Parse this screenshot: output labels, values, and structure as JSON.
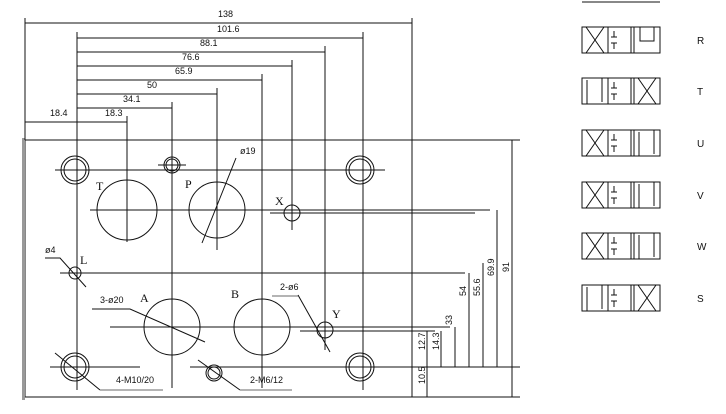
{
  "dimensions_horizontal": [
    "138",
    "101.6",
    "88.1",
    "76.6",
    "65.9",
    "50",
    "34.1",
    "18.3",
    "18.4"
  ],
  "dimensions_vertical": [
    "10.5",
    "12.7",
    "14.3",
    "33",
    "54",
    "55.6",
    "69.9",
    "91"
  ],
  "port_labels": {
    "T": "T",
    "P": "P",
    "X": "X",
    "L": "L",
    "A": "A",
    "B": "B",
    "Y": "Y"
  },
  "callouts": {
    "p_dia": "ø19",
    "l_dia": "ø4",
    "main_ports": "3-ø20",
    "xy_ports": "2-ø6",
    "bolts": "4-M10/20",
    "pins": "2-M6/12"
  },
  "spool_types": [
    "R",
    "T",
    "U",
    "V",
    "W",
    "S"
  ]
}
